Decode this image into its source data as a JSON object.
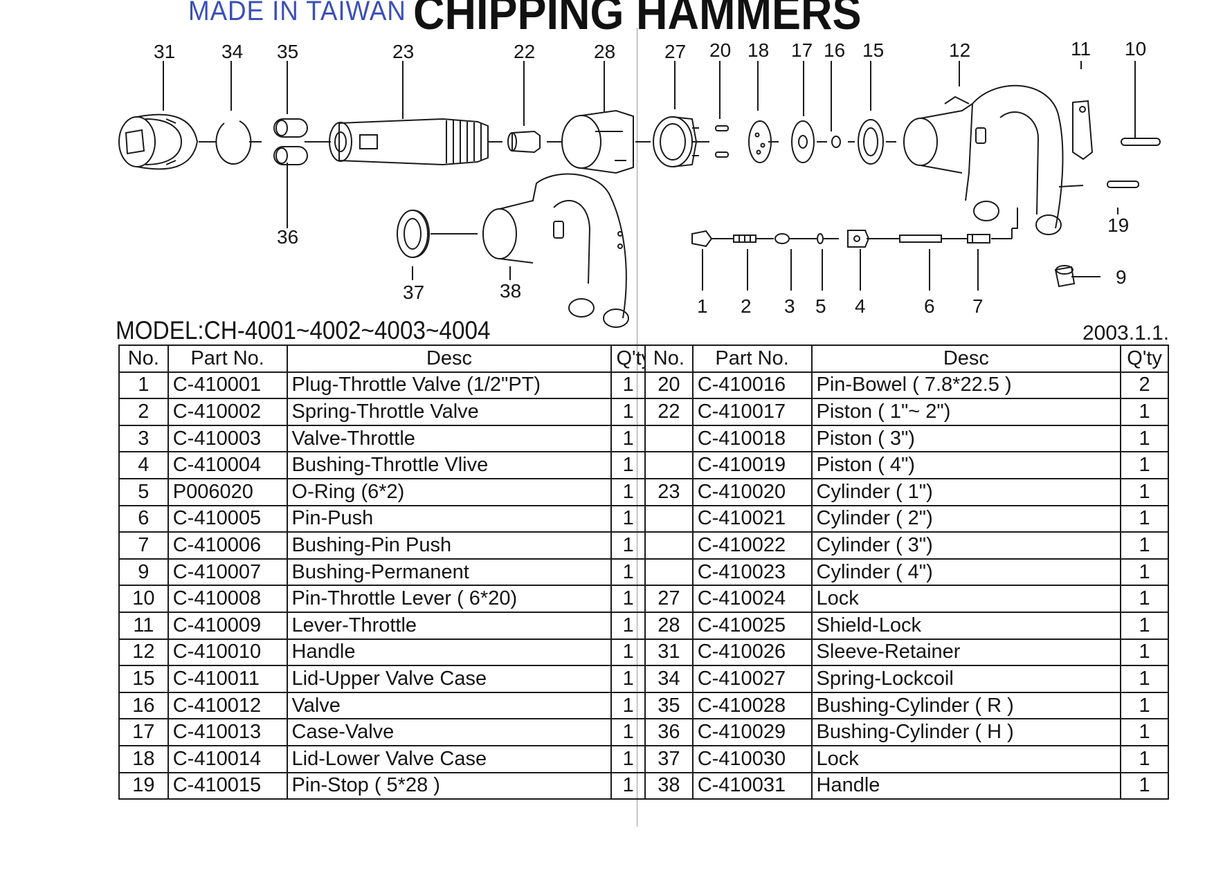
{
  "header": {
    "stamp": "MADE IN TAIWAN",
    "title": "CHIPPING HAMMERS",
    "model": "MODEL:CH-4001~4002~4003~4004",
    "date": "2003.1.1."
  },
  "diagram": {
    "callouts": [
      "31",
      "34",
      "35",
      "36",
      "23",
      "22",
      "28",
      "27",
      "20",
      "18",
      "17",
      "16",
      "15",
      "12",
      "11",
      "10",
      "19",
      "9",
      "37",
      "38",
      "1",
      "2",
      "3",
      "5",
      "4",
      "6",
      "7"
    ]
  },
  "table": {
    "columns": [
      "No.",
      "Part No.",
      "Desc",
      "Q'ty",
      "No.",
      "Part No.",
      "Desc",
      "Q'ty"
    ],
    "rows": [
      {
        "l_no": "1",
        "l_part": "C-410001",
        "l_desc": "Plug-Throttle Valve (1/2\"PT)",
        "l_qty": "1",
        "r_no": "20",
        "r_part": "C-410016",
        "r_desc": "Pin-Bowel ( 7.8*22.5 )",
        "r_qty": "2"
      },
      {
        "l_no": "2",
        "l_part": "C-410002",
        "l_desc": "Spring-Throttle Valve",
        "l_qty": "1",
        "r_no": "22",
        "r_part": "C-410017",
        "r_desc": "Piston ( 1\"~ 2\")",
        "r_qty": "1"
      },
      {
        "l_no": "3",
        "l_part": "C-410003",
        "l_desc": "Valve-Throttle",
        "l_qty": "1",
        "r_no": "",
        "r_part": "C-410018",
        "r_desc": "Piston ( 3\")",
        "r_qty": "1"
      },
      {
        "l_no": "4",
        "l_part": "C-410004",
        "l_desc": "Bushing-Throttle Vlive",
        "l_qty": "1",
        "r_no": "",
        "r_part": "C-410019",
        "r_desc": "Piston ( 4\")",
        "r_qty": "1"
      },
      {
        "l_no": "5",
        "l_part": "P006020",
        "l_desc": "O-Ring (6*2)",
        "l_qty": "1",
        "r_no": "23",
        "r_part": "C-410020",
        "r_desc": "Cylinder ( 1\")",
        "r_qty": "1"
      },
      {
        "l_no": "6",
        "l_part": "C-410005",
        "l_desc": "Pin-Push",
        "l_qty": "1",
        "r_no": "",
        "r_part": "C-410021",
        "r_desc": "Cylinder ( 2\")",
        "r_qty": "1"
      },
      {
        "l_no": "7",
        "l_part": "C-410006",
        "l_desc": "Bushing-Pin Push",
        "l_qty": "1",
        "r_no": "",
        "r_part": "C-410022",
        "r_desc": "Cylinder ( 3\")",
        "r_qty": "1"
      },
      {
        "l_no": "9",
        "l_part": "C-410007",
        "l_desc": "Bushing-Permanent",
        "l_qty": "1",
        "r_no": "",
        "r_part": "C-410023",
        "r_desc": "Cylinder ( 4\")",
        "r_qty": "1"
      },
      {
        "l_no": "10",
        "l_part": "C-410008",
        "l_desc": "Pin-Throttle Lever ( 6*20)",
        "l_qty": "1",
        "r_no": "27",
        "r_part": "C-410024",
        "r_desc": "Lock",
        "r_qty": "1"
      },
      {
        "l_no": "11",
        "l_part": "C-410009",
        "l_desc": "Lever-Throttle",
        "l_qty": "1",
        "r_no": "28",
        "r_part": "C-410025",
        "r_desc": "Shield-Lock",
        "r_qty": "1"
      },
      {
        "l_no": "12",
        "l_part": "C-410010",
        "l_desc": "Handle",
        "l_qty": "1",
        "r_no": "31",
        "r_part": "C-410026",
        "r_desc": "Sleeve-Retainer",
        "r_qty": "1"
      },
      {
        "l_no": "15",
        "l_part": "C-410011",
        "l_desc": "Lid-Upper Valve Case",
        "l_qty": "1",
        "r_no": "34",
        "r_part": "C-410027",
        "r_desc": "Spring-Lockcoil",
        "r_qty": "1"
      },
      {
        "l_no": "16",
        "l_part": "C-410012",
        "l_desc": "Valve",
        "l_qty": "1",
        "r_no": "35",
        "r_part": "C-410028",
        "r_desc": "Bushing-Cylinder ( R )",
        "r_qty": "1"
      },
      {
        "l_no": "17",
        "l_part": "C-410013",
        "l_desc": "Case-Valve",
        "l_qty": "1",
        "r_no": "36",
        "r_part": "C-410029",
        "r_desc": "Bushing-Cylinder ( H )",
        "r_qty": "1"
      },
      {
        "l_no": "18",
        "l_part": "C-410014",
        "l_desc": "Lid-Lower Valve Case",
        "l_qty": "1",
        "r_no": "37",
        "r_part": "C-410030",
        "r_desc": "Lock",
        "r_qty": "1"
      },
      {
        "l_no": "19",
        "l_part": "C-410015",
        "l_desc": "Pin-Stop ( 5*28 )",
        "l_qty": "1",
        "r_no": "38",
        "r_part": "C-410031",
        "r_desc": "Handle",
        "r_qty": "1"
      }
    ]
  }
}
